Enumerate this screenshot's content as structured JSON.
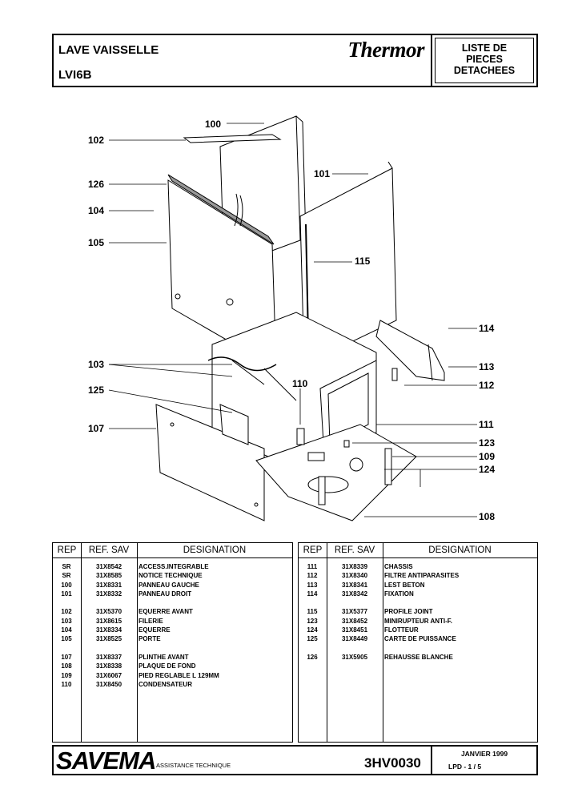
{
  "header": {
    "title": "LAVE VAISSELLE",
    "model": "LVI6B",
    "brand": "Thermor",
    "doc_type_lines": [
      "LISTE DE",
      "PIECES",
      "DETACHEES"
    ]
  },
  "callouts": [
    "100",
    "102",
    "126",
    "104",
    "105",
    "101",
    "115",
    "114",
    "103",
    "113",
    "110",
    "125",
    "112",
    "107",
    "111",
    "123",
    "109",
    "124",
    "108"
  ],
  "table_headers": {
    "rep": "REP",
    "ref": "REF. SAV",
    "designation": "DESIGNATION"
  },
  "left_parts": [
    {
      "rep": "SR",
      "ref": "31X8542",
      "des": "ACCESS.INTEGRABLE"
    },
    {
      "rep": "SR",
      "ref": "31X8585",
      "des": "NOTICE TECHNIQUE"
    },
    {
      "rep": "100",
      "ref": "31X8331",
      "des": "PANNEAU GAUCHE"
    },
    {
      "rep": "101",
      "ref": "31X8332",
      "des": "PANNEAU DROIT"
    },
    {
      "rep": "102",
      "ref": "31X5370",
      "des": "EQUERRE AVANT"
    },
    {
      "rep": "103",
      "ref": "31X8615",
      "des": "FILERIE"
    },
    {
      "rep": "104",
      "ref": "31X8334",
      "des": "EQUERRE"
    },
    {
      "rep": "105",
      "ref": "31X8525",
      "des": "PORTE"
    },
    {
      "rep": "107",
      "ref": "31X8337",
      "des": "PLINTHE AVANT"
    },
    {
      "rep": "108",
      "ref": "31X8338",
      "des": "PLAQUE DE FOND"
    },
    {
      "rep": "109",
      "ref": "31X6067",
      "des": "PIED REGLABLE L 129MM"
    },
    {
      "rep": "110",
      "ref": "31X8450",
      "des": "CONDENSATEUR"
    }
  ],
  "right_parts": [
    {
      "rep": "111",
      "ref": "31X8339",
      "des": "CHASSIS"
    },
    {
      "rep": "112",
      "ref": "31X8340",
      "des": "FILTRE ANTIPARASITES"
    },
    {
      "rep": "113",
      "ref": "31X8341",
      "des": "LEST BETON"
    },
    {
      "rep": "114",
      "ref": "31X8342",
      "des": "FIXATION"
    },
    {
      "rep": "115",
      "ref": "31X5377",
      "des": "PROFILE JOINT"
    },
    {
      "rep": "123",
      "ref": "31X8452",
      "des": "MINIRUPTEUR ANTI-F."
    },
    {
      "rep": "124",
      "ref": "31X8451",
      "des": "FLOTTEUR"
    },
    {
      "rep": "125",
      "ref": "31X8449",
      "des": "CARTE DE PUISSANCE"
    },
    {
      "rep": "126",
      "ref": "31X5905",
      "des": "REHAUSSE BLANCHE"
    }
  ],
  "footer": {
    "logo": "SAVEMA",
    "subtitle": "ASSISTANCE TECHNIQUE",
    "doc_code": "3HV0030",
    "date": "JANVIER 1999",
    "page": "LPD -    1 / 5"
  }
}
